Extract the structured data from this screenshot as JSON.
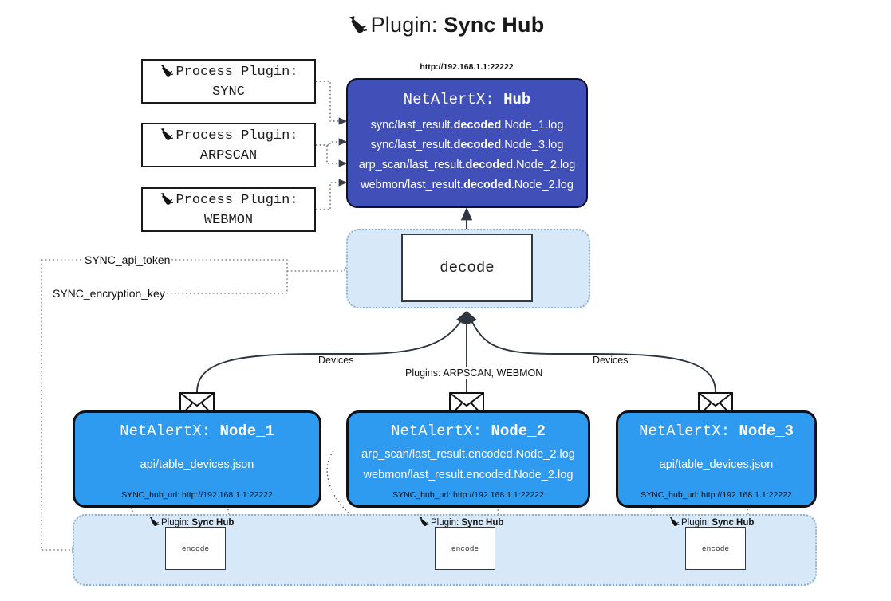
{
  "title": {
    "icon": "plug-icon",
    "prefix": "Plugin: ",
    "name": "Sync Hub"
  },
  "colors": {
    "hub_fill": "#4150b8",
    "node_fill": "#2f9bf0",
    "pale_fill": "#d7e8f8",
    "pale_border": "#8fb4cf",
    "stroke": "#1a1a1a"
  },
  "process_plugins": [
    {
      "line1": "Process Plugin:",
      "line2": "SYNC"
    },
    {
      "line1": "Process Plugin:",
      "line2": "ARPSCAN"
    },
    {
      "line1": "Process Plugin:",
      "line2": "WEBMON"
    }
  ],
  "hub": {
    "url": "http://192.168.1.1:22222",
    "title_prefix": "NetAlertX: ",
    "title_name": "Hub",
    "files": [
      {
        "pre": "sync/last_result.",
        "mid": "decoded",
        "post": ".Node_1.log"
      },
      {
        "pre": "sync/last_result.",
        "mid": "decoded",
        "post": ".Node_3.log"
      },
      {
        "pre": "arp_scan/last_result.",
        "mid": "decoded",
        "post": ".Node_2.log"
      },
      {
        "pre": "webmon/last_result.",
        "mid": "decoded",
        "post": ".Node_2.log"
      }
    ]
  },
  "decode": {
    "label": "decode"
  },
  "tokens": [
    {
      "label": "SYNC_api_token"
    },
    {
      "label": "SYNC_encryption_key"
    }
  ],
  "edge_labels": {
    "devices_left": "Devices",
    "devices_right": "Devices",
    "plugins_middle": "Plugins: ARPSCAN, WEBMON"
  },
  "nodes": [
    {
      "title_prefix": "NetAlertX: ",
      "title_name": "Node_1",
      "files": [
        "api/table_devices.json"
      ],
      "hub_url_label": "SYNC_hub_url: http://192.168.1.1:22222",
      "plugin_label_prefix": "Plugin: ",
      "plugin_label_name": "Sync Hub",
      "encode_label": "encode"
    },
    {
      "title_prefix": "NetAlertX: ",
      "title_name": "Node_2",
      "files": [
        "arp_scan/last_result.encoded.Node_2.log",
        "webmon/last_result.encoded.Node_2.log"
      ],
      "hub_url_label": "SYNC_hub_url: http://192.168.1.1:22222",
      "plugin_label_prefix": "Plugin: ",
      "plugin_label_name": "Sync Hub",
      "encode_label": "encode"
    },
    {
      "title_prefix": "NetAlertX: ",
      "title_name": "Node_3",
      "files": [
        "api/table_devices.json"
      ],
      "hub_url_label": "SYNC_hub_url: http://192.168.1.1:22222",
      "plugin_label_prefix": "Plugin: ",
      "plugin_label_name": "Sync Hub",
      "encode_label": "encode"
    }
  ]
}
